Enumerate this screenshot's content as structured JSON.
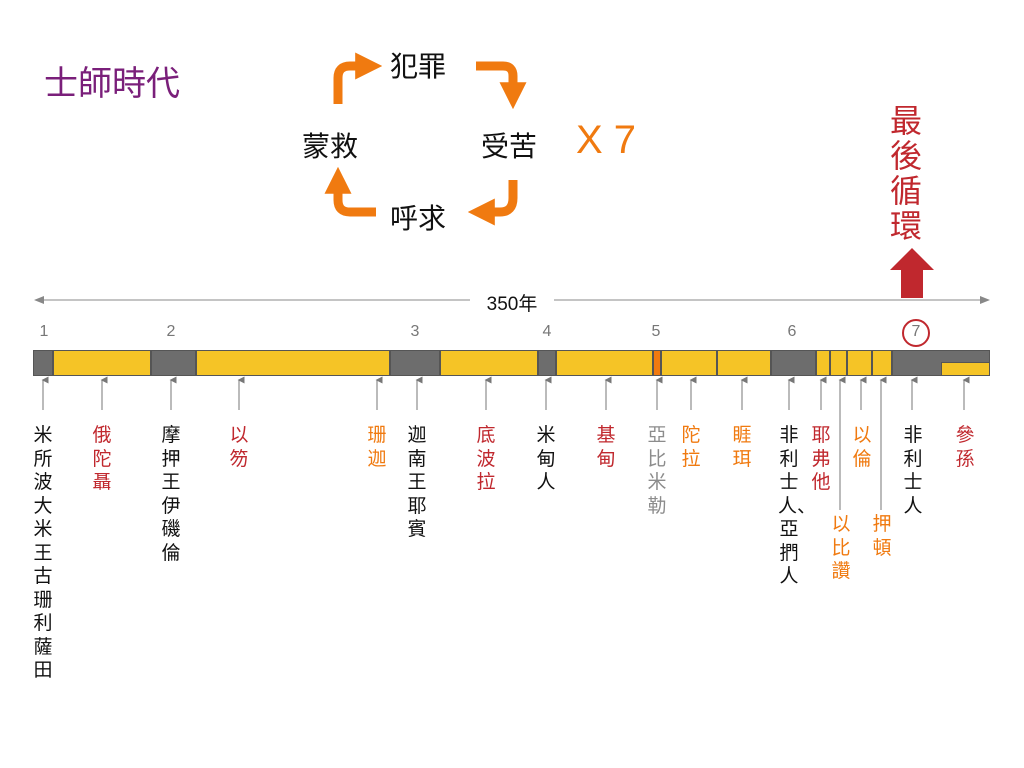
{
  "title": "士師時代",
  "cycle": {
    "top": "犯罪",
    "right": "受苦",
    "bottom": "呼求",
    "left": "蒙救",
    "repeat": "X 7"
  },
  "final_cycle": "最後循環",
  "timeline": {
    "span_label": "350年",
    "periods": [
      {
        "num": "1"
      },
      {
        "num": "2"
      },
      {
        "num": "3"
      },
      {
        "num": "4"
      },
      {
        "num": "5"
      },
      {
        "num": "6"
      },
      {
        "num": "7"
      }
    ],
    "colors": {
      "oppression": "#6d6d6d",
      "rest": "#f5c426",
      "accent": "#f07a10",
      "arrow_red": "#c0282e"
    },
    "judges": [
      {
        "name": "米所波大米王古珊利薩田",
        "color": "#111111"
      },
      {
        "name": "俄陀聶",
        "color": "#c0282e"
      },
      {
        "name": "摩押王伊磯倫",
        "color": "#111111"
      },
      {
        "name": "以笏",
        "color": "#c0282e"
      },
      {
        "name": "珊迦",
        "color": "#f07a10"
      },
      {
        "name": "迦南王耶賓",
        "color": "#111111"
      },
      {
        "name": "底波拉",
        "color": "#c0282e"
      },
      {
        "name": "米甸人",
        "color": "#111111"
      },
      {
        "name": "基甸",
        "color": "#c0282e"
      },
      {
        "name": "亞比米勒",
        "color": "#8c8c8c"
      },
      {
        "name": "陀拉",
        "color": "#f07a10"
      },
      {
        "name": "睚珥",
        "color": "#f07a10"
      },
      {
        "name": "非利士人、亞捫人",
        "color": "#111111"
      },
      {
        "name": "耶弗他",
        "color": "#c0282e"
      },
      {
        "name": "以比讚",
        "color": "#f07a10"
      },
      {
        "name": "以倫",
        "color": "#f07a10"
      },
      {
        "name": "押頓",
        "color": "#f07a10"
      },
      {
        "name": "非利士人",
        "color": "#111111"
      },
      {
        "name": "參孫",
        "color": "#c0282e"
      }
    ]
  }
}
